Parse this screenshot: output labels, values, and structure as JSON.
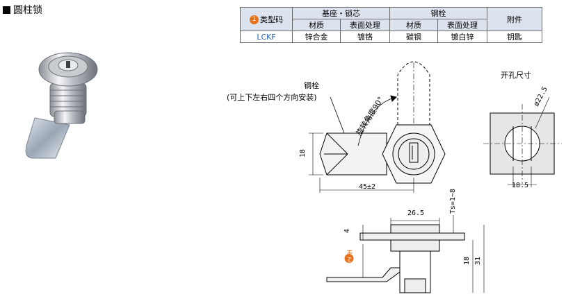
{
  "title": "圆柱锁",
  "table": {
    "type_code_header": "类型码",
    "type_badge": "1",
    "base_core_header": "基座・锁芯",
    "bolt_header": "钢栓",
    "accessory_header": "附件",
    "material_header": "材质",
    "surface_header": "表面处理",
    "material_header_2": "材质",
    "surface_header_2": "表面处理",
    "row": {
      "code": "LCKF",
      "base_material": "锌合金",
      "base_surface": "镀铬",
      "bolt_material": "碳钢",
      "bolt_surface": "镀白锌",
      "accessory": "钥匙"
    }
  },
  "drawing": {
    "bolt_label": "钢栓",
    "bolt_note": "(可上下左右四个方向安装)",
    "rotation_label": "旋转角度90°",
    "hole_label": "开孔尺寸",
    "dim_hole_dia": "ø22.5",
    "dim_hole_width": "18.5",
    "dim_height_18": "18",
    "dim_length": "45±2",
    "dim_26_5": "26.5",
    "dim_ts": "Ts=1~8",
    "dim_4": "4",
    "dim_h": "H",
    "dim_h_badge": "2",
    "dim_18b": "18",
    "dim_31": "31"
  }
}
